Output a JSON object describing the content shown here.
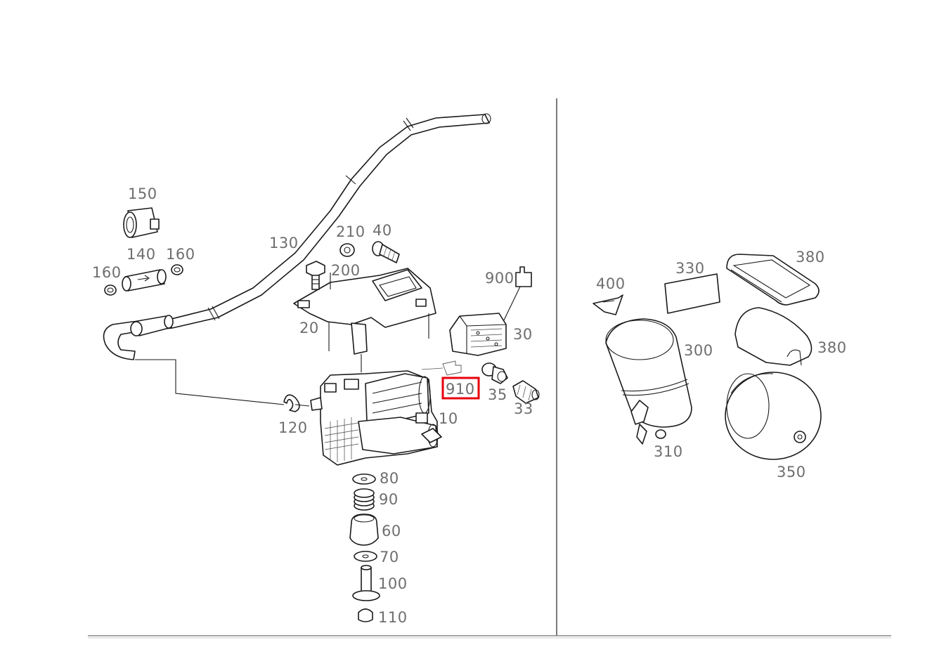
{
  "labels": {
    "p10": "10",
    "p20": "20",
    "p30": "30",
    "p33": "33",
    "p35": "35",
    "p40": "40",
    "p60": "60",
    "p70": "70",
    "p80": "80",
    "p90": "90",
    "p100": "100",
    "p110": "110",
    "p120": "120",
    "p130": "130",
    "p140": "140",
    "p150": "150",
    "p160a": "160",
    "p160b": "160",
    "p200": "200",
    "p210": "210",
    "p300": "300",
    "p310": "310",
    "p330": "330",
    "p350": "350",
    "p380a": "380",
    "p380b": "380",
    "p400": "400",
    "p900": "900",
    "p910": "910"
  },
  "highlight": {
    "part": "910",
    "color": "#e8000b"
  },
  "colors": {
    "label": "#6e6e6e",
    "line": "#1a1a1a"
  }
}
